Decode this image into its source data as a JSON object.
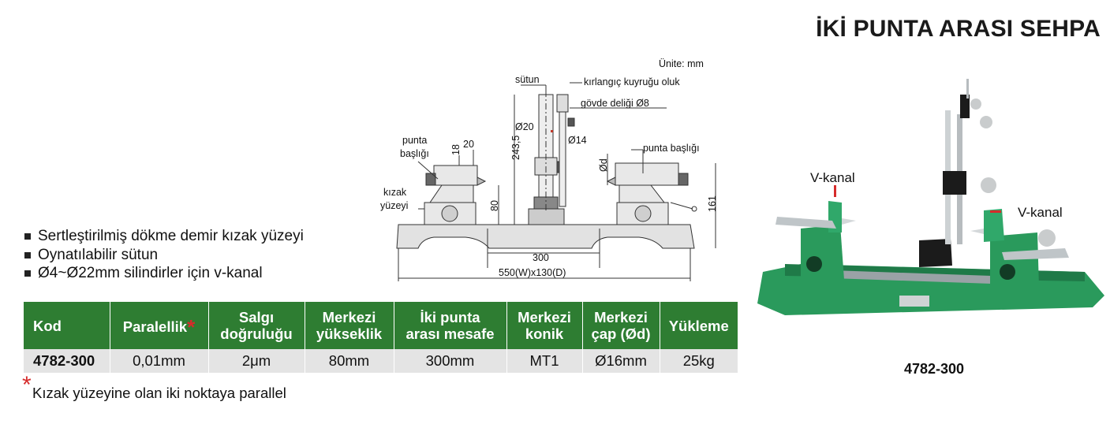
{
  "title": "İKİ PUNTA ARASI SEHPA",
  "features": [
    "Sertleştirilmiş dökme demir kızak yüzeyi",
    "Oynatılabilir sütun",
    "Ø4~Ø22mm silindirler için v-kanal"
  ],
  "diagram": {
    "unit": "Ünite: mm",
    "labels": {
      "sutun": "sütun",
      "kirlangic": "kırlangıç kuyruğu oluk",
      "govde": "gövde deliği Ø8",
      "punta_left_1": "punta",
      "punta_left_2": "başlığı",
      "kizak_1": "kızak",
      "kizak_2": "yüzeyi",
      "punta_right": "punta başlığı"
    },
    "dims": {
      "d18": "18",
      "d20": "20",
      "d243": "243,5",
      "phi20": "Ø20",
      "phi14": "Ø14",
      "phid": "Ød",
      "d80": "80",
      "d161": "161",
      "d300": "300",
      "base": "550(W)x130(D)"
    }
  },
  "photo": {
    "vkanal_left": "V-kanal",
    "vkanal_right": "V-kanal"
  },
  "table": {
    "headers": {
      "kod": "Kod",
      "paralellik": "Paralellik",
      "star": "*",
      "salgi_1": "Salgı",
      "salgi_2": "doğruluğu",
      "merkezi_y_1": "Merkezi",
      "merkezi_y_2": "yükseklik",
      "punta_1": "İki punta",
      "punta_2": "arası mesafe",
      "konik_1": "Merkezi",
      "konik_2": "konik",
      "cap_1": "Merkezi",
      "cap_2": "çap (Ød)",
      "yukleme": "Yükleme"
    },
    "row": {
      "kod": "4782-300",
      "paralellik": "0,01mm",
      "salgi": "2μm",
      "merkezi_yukseklik": "80mm",
      "punta_mesafe": "300mm",
      "konik": "MT1",
      "cap": "Ø16mm",
      "yukleme": "25kg"
    }
  },
  "note": {
    "star": "*",
    "text": "Kızak yüzeyine olan iki noktaya parallel"
  },
  "photo_caption": "4782-300",
  "colors": {
    "header_green": "#2e7d32",
    "row_gray": "#e4e4e4",
    "accent_red": "#d62b2b",
    "machine_green": "#27905a"
  }
}
